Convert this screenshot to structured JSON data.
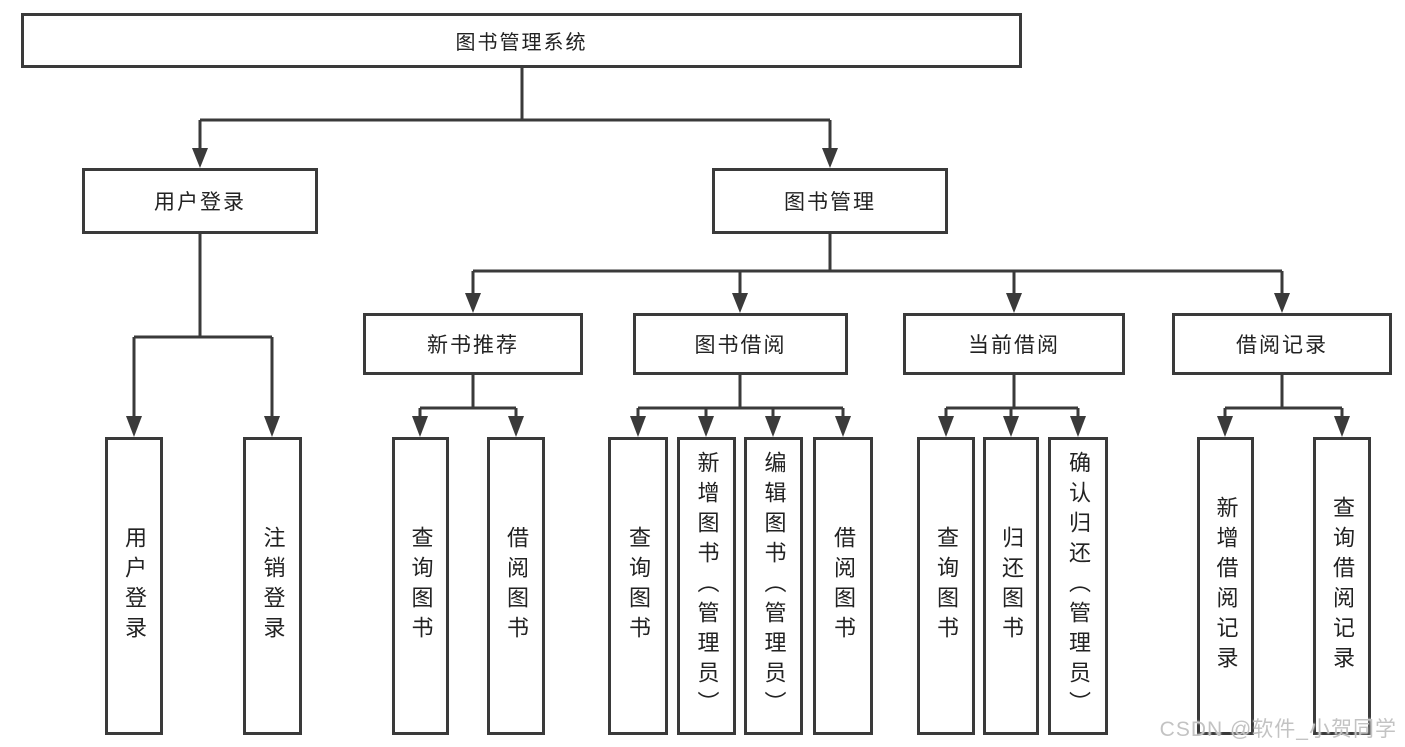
{
  "diagram": {
    "title": "图书管理系统",
    "level1": [
      "用户登录",
      "图书管理"
    ],
    "level2": [
      "新书推荐",
      "图书借阅",
      "当前借阅",
      "借阅记录"
    ],
    "leaves": {
      "login": [
        "用户登录",
        "注销登录"
      ],
      "new_books": [
        "查询图书",
        "借阅图书"
      ],
      "book_borrow": [
        "查询图书",
        "新增图书（管理员）",
        "编辑图书（管理员）",
        "借阅图书"
      ],
      "current_borrow": [
        "查询图书",
        "归还图书",
        "确认归还（管理员）"
      ],
      "borrow_records": [
        "新增借阅记录",
        "查询借阅记录"
      ]
    }
  },
  "watermark": "CSDN @软件_小贺同学",
  "colors": {
    "line": "#3a3a3a",
    "text": "#222222",
    "watermark": "#c3c3c3",
    "background": "#ffffff"
  }
}
